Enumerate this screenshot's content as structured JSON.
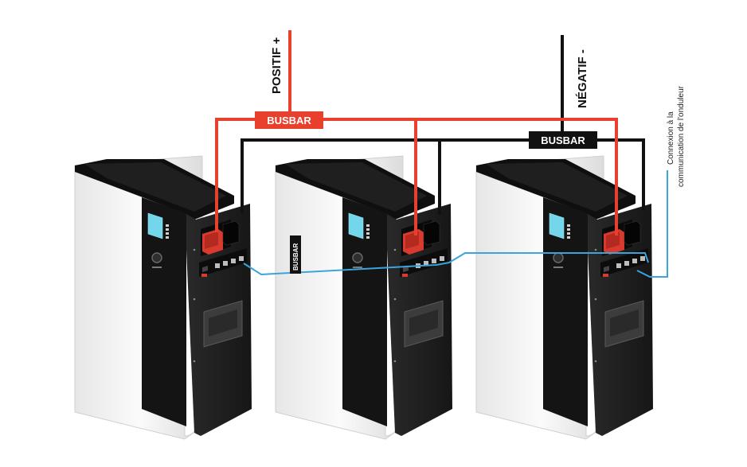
{
  "labels": {
    "positive": "POSITIF +",
    "negative": "NÉGATIF -",
    "busbar_positive": "BUSBAR",
    "busbar_negative": "BUSBAR",
    "busbar_small": "BUSBAR",
    "inverter_comm_line1": "Connexion à la",
    "inverter_comm_line2": "communication de l'onduleur"
  },
  "colors": {
    "positive_cable": "#e8402c",
    "negative_cable": "#111111",
    "comm_cable": "#3aa5dc",
    "battery_side": "#f2f2f2",
    "battery_front": "#1b1b1b",
    "battery_top": "#101010",
    "screen": "#6fd3e8",
    "terminal_red": "#d93a2e"
  },
  "batteries": [
    {
      "id": "battery-1"
    },
    {
      "id": "battery-2"
    },
    {
      "id": "battery-3"
    }
  ]
}
